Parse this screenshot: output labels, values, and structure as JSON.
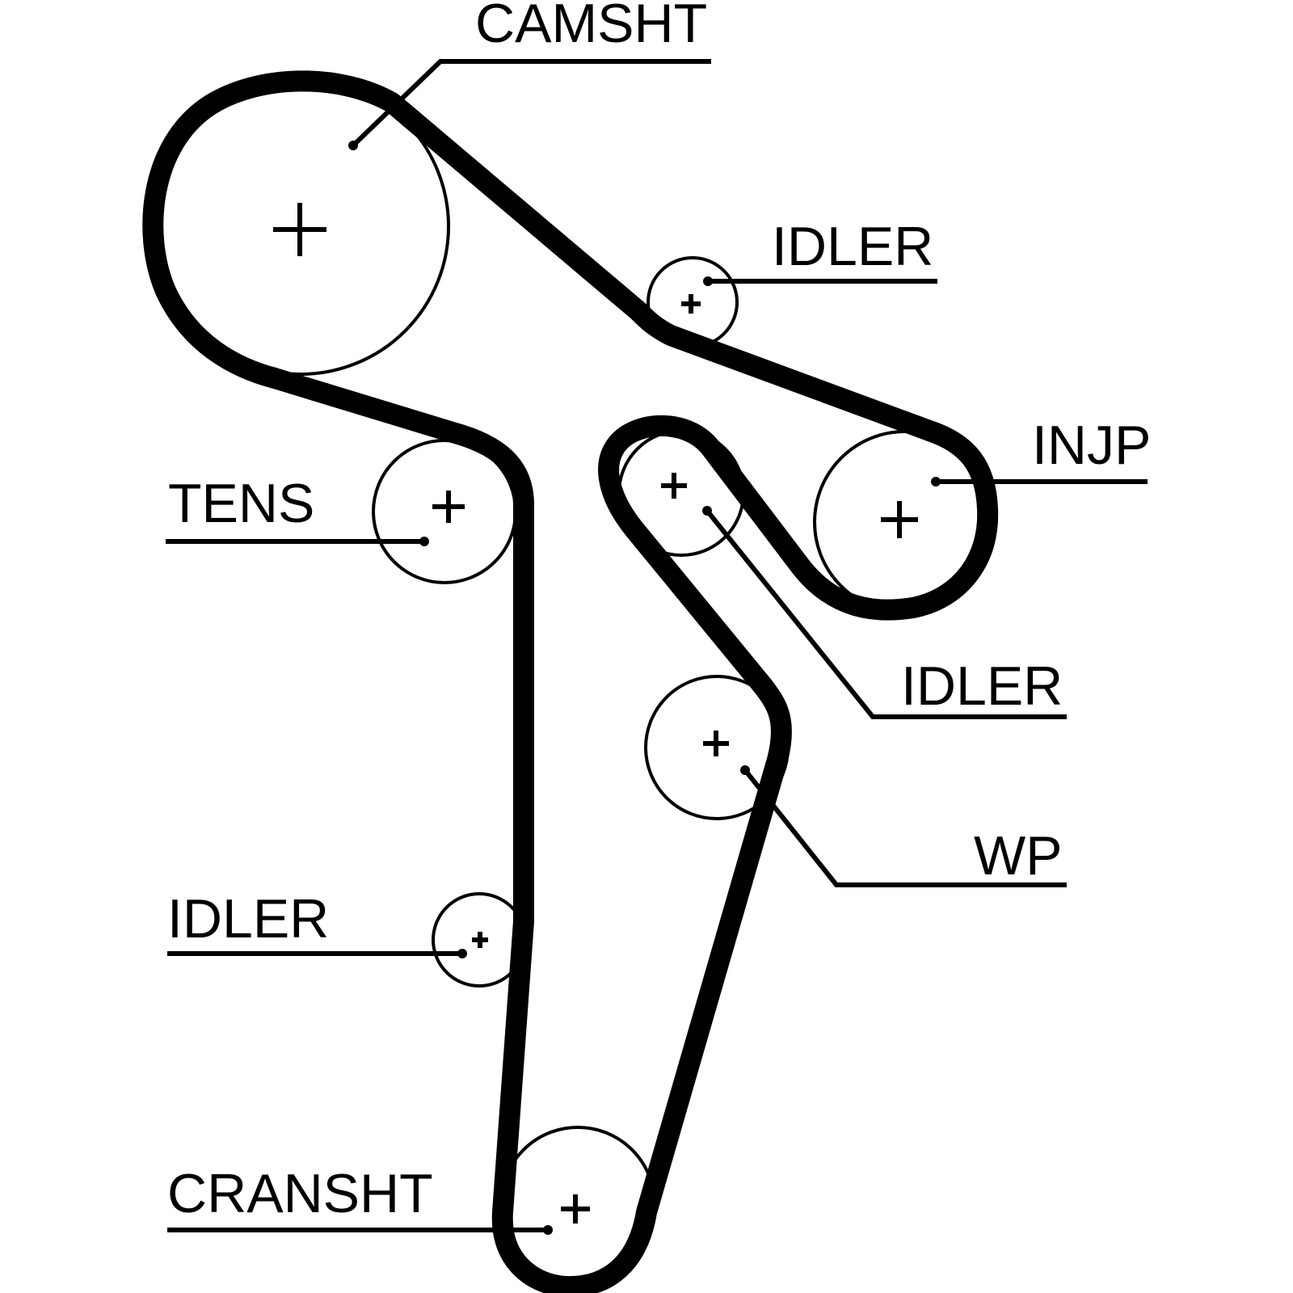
{
  "diagram": {
    "title": "Timing belt routing",
    "components": [
      {
        "id": "camshaft",
        "label": "CAMSHT",
        "type": "sprocket"
      },
      {
        "id": "idler-upper",
        "label": "IDLER",
        "type": "idler"
      },
      {
        "id": "injection-pump",
        "label": "INJP",
        "type": "sprocket"
      },
      {
        "id": "tensioner",
        "label": "TENS",
        "type": "tensioner"
      },
      {
        "id": "idler-middle",
        "label": "IDLER",
        "type": "idler"
      },
      {
        "id": "water-pump",
        "label": "WP",
        "type": "pump"
      },
      {
        "id": "idler-lower",
        "label": "IDLER",
        "type": "idler"
      },
      {
        "id": "crankshaft",
        "label": "CRANSHT",
        "type": "sprocket"
      }
    ],
    "belt_route": [
      "camshaft",
      "idler-upper",
      "injection-pump",
      "idler-middle",
      "water-pump",
      "crankshaft",
      "idler-lower",
      "tensioner",
      "camshaft"
    ],
    "colors": {
      "line": "#000000",
      "background": "#ffffff"
    }
  }
}
